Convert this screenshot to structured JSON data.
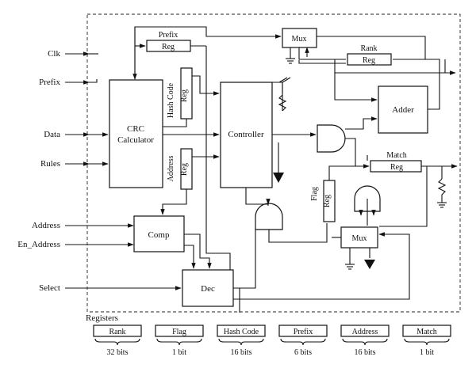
{
  "inputs": {
    "clk": "Clk",
    "prefix": "Prefix",
    "data": "Data",
    "rules": "Rules",
    "address": "Address",
    "en_address": "En_Address",
    "select": "Select"
  },
  "blocks": {
    "crc_line1": "CRC",
    "crc_line2": "Calculator",
    "controller": "Controller",
    "comp": "Comp",
    "dec": "Dec",
    "adder": "Adder",
    "mux_top": "Mux",
    "mux_bottom": "Mux",
    "reg": "Reg"
  },
  "register_labels": {
    "prefix": "Prefix",
    "hash_code": "Hash Code",
    "address": "Address",
    "rank": "Rank",
    "match": "Match",
    "flag": "Flag"
  },
  "legend": {
    "title": "Registers",
    "items": [
      {
        "name": "Rank",
        "bits": "32 bits"
      },
      {
        "name": "Flag",
        "bits": "1 bit"
      },
      {
        "name": "Hash Code",
        "bits": "16 bits"
      },
      {
        "name": "Prefix",
        "bits": "6 bits"
      },
      {
        "name": "Address",
        "bits": "16 bits"
      },
      {
        "name": "Match",
        "bits": "1 bit"
      }
    ]
  }
}
